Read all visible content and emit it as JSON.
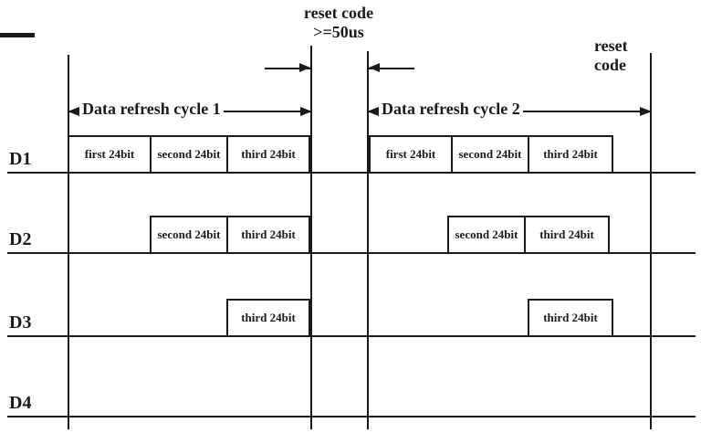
{
  "reset_top": {
    "line1": "reset code",
    "line2": ">=50us"
  },
  "reset_right": {
    "line1": "reset",
    "line2": "code"
  },
  "cycles": [
    {
      "label": "Data refresh cycle 1"
    },
    {
      "label": "Data refresh cycle 2"
    }
  ],
  "rows": [
    {
      "label": "D1",
      "cycle1": [
        "first 24bit",
        "second 24bit",
        "third 24bit"
      ],
      "cycle2": [
        "first 24bit",
        "second 24bit",
        "third 24bit"
      ]
    },
    {
      "label": "D2",
      "cycle1": [
        "second 24bit",
        "third 24bit"
      ],
      "cycle2": [
        "second 24bit",
        "third 24bit"
      ]
    },
    {
      "label": "D3",
      "cycle1": [
        "third 24bit"
      ],
      "cycle2": [
        "third 24bit"
      ]
    },
    {
      "label": "D4",
      "cycle1": [],
      "cycle2": []
    }
  ],
  "colors": {
    "line": "#1a1a1a",
    "background": "#ffffff"
  }
}
